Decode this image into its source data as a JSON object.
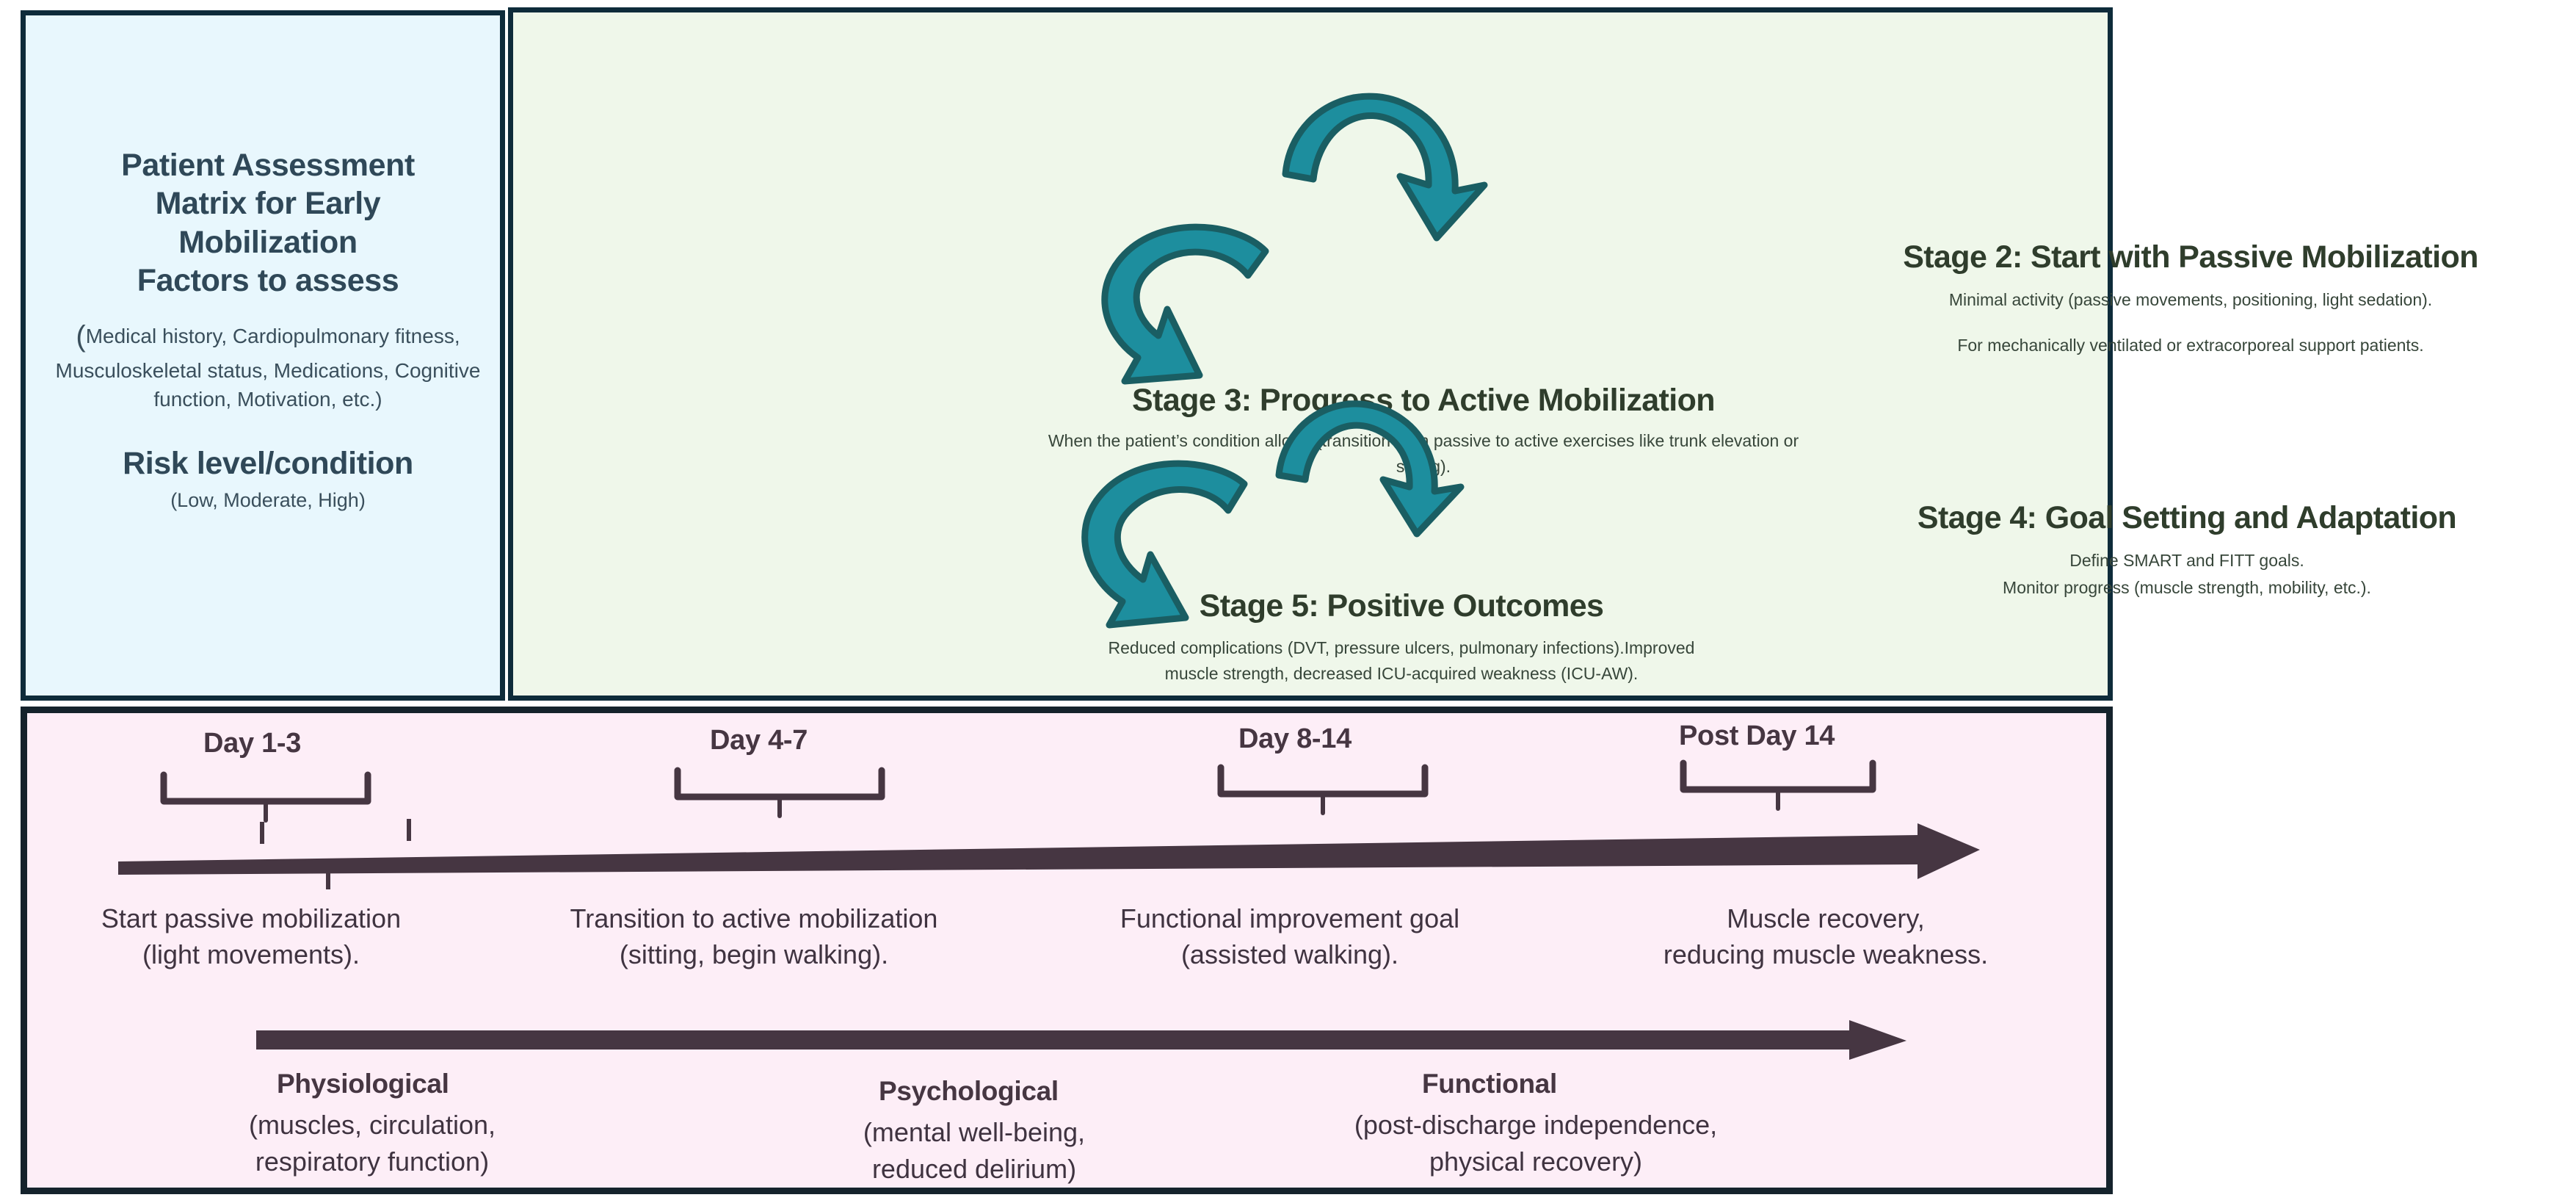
{
  "colors": {
    "assessment_bg": "#e8f7fd",
    "stages_bg": "#eff7ea",
    "timeline_bg": "#fdeef7",
    "frame_border": "#0e2b3a",
    "timeline_border": "#15232c",
    "arrow_teal": "#1d8e9e",
    "arrow_teal_outline": "#1a5e63",
    "timeline_arrow": "#463642",
    "heading_navy": "#2f4858",
    "heading_green": "#2f3d2c"
  },
  "assessment": {
    "title": "Patient Assessment Matrix for Early Mobilization Factors to assess",
    "title_lines": [
      "Patient Assessment",
      "Matrix for Early",
      "Mobilization",
      "Factors to assess"
    ],
    "factors_open_paren": "(",
    "factors": "Medical history, Cardiopulmonary fitness, Musculoskeletal status, Medications, Cognitive function, Motivation, etc.)",
    "risk_title": "Risk level/condition",
    "risk_sub": "(Low, Moderate, High)"
  },
  "stages": [
    {
      "id": "stage2",
      "title": "Stage 2: Start with Passive Mobilization",
      "line1": "Minimal activity (passive movements, positioning, light sedation).",
      "line2": "For mechanically ventilated or extracorporeal support patients."
    },
    {
      "id": "stage3",
      "title": "Stage 3: Progress to Active Mobilization",
      "line1": "When the patient’s condition allows (transition from passive to active exercises like trunk elevation or sitting).",
      "line2": ""
    },
    {
      "id": "stage4",
      "title": "Stage 4: Goal Setting and Adaptation",
      "line1": "Define SMART and FITT goals.",
      "line2": "Monitor progress (muscle strength, mobility, etc.)."
    },
    {
      "id": "stage5",
      "title": "Stage 5: Positive Outcomes",
      "line1": "Reduced complications (DVT, pressure ulcers, pulmonary infections).Improved",
      "line2": "muscle strength, decreased ICU-acquired weakness (ICU-AW)."
    }
  ],
  "timeline": {
    "periods": [
      {
        "label": "Day 1-3",
        "desc_line1": "Start passive mobilization",
        "desc_line2": "(light movements)."
      },
      {
        "label": "Day 4-7",
        "desc_line1": "Transition to active mobilization",
        "desc_line2": "(sitting, begin walking)."
      },
      {
        "label": "Day 8-14",
        "desc_line1": "Functional improvement goal",
        "desc_line2": "(assisted walking)."
      },
      {
        "label": "Post Day 14",
        "desc_line1": "Muscle recovery,",
        "desc_line2": "reducing muscle weakness."
      }
    ],
    "categories": [
      {
        "title": "Physiological",
        "sub_line1": "(muscles, circulation,",
        "sub_line2": "respiratory function)"
      },
      {
        "title": "Psychological",
        "sub_line1": "(mental well-being,",
        "sub_line2": "reduced delirium)"
      },
      {
        "title": "Functional",
        "sub_line1": "(post-discharge independence,",
        "sub_line2": "physical recovery)"
      }
    ]
  },
  "icons": {
    "curved_arrow": "curved-arrow-icon",
    "timeline_arrow": "right-arrow-icon",
    "bracket": "range-bracket-icon"
  }
}
